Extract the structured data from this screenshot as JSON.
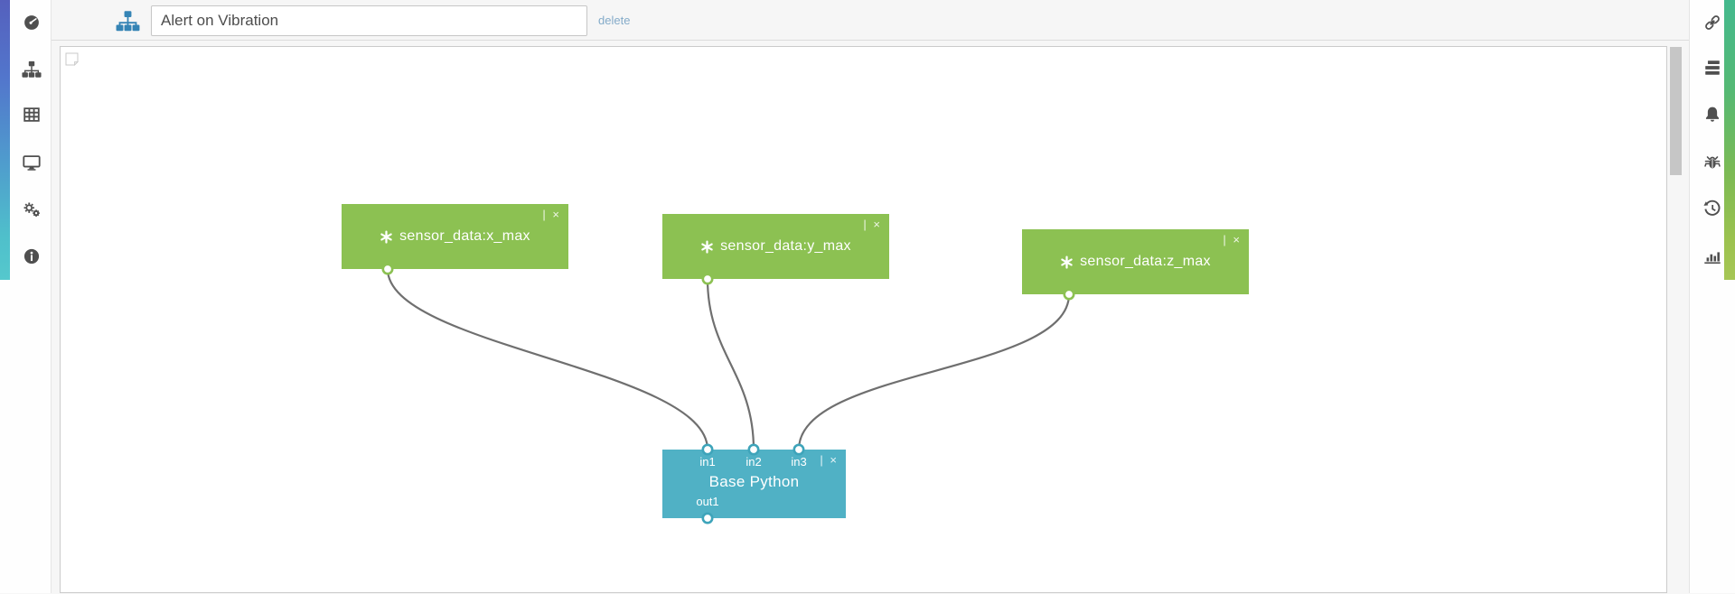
{
  "topbar": {
    "title_value": "Alert on Vibration",
    "delete_label": "delete"
  },
  "left_sidebar": {
    "strip_gradient": [
      "#5560bd",
      "#5276cc",
      "#4f9ccd",
      "#4fc0cb",
      "#55c8cd"
    ],
    "items": [
      {
        "name": "dashboard",
        "icon": "gauge-icon"
      },
      {
        "name": "flows",
        "icon": "sitemap-icon"
      },
      {
        "name": "tables",
        "icon": "table-icon"
      },
      {
        "name": "displays",
        "icon": "monitor-icon"
      },
      {
        "name": "settings",
        "icon": "gears-icon"
      },
      {
        "name": "info",
        "icon": "info-icon"
      }
    ]
  },
  "right_sidebar": {
    "strip_gradient": [
      "#44b98e",
      "#55b974",
      "#7cba54",
      "#9cc24f",
      "#a6c655"
    ],
    "items": [
      {
        "name": "links",
        "icon": "link-icon"
      },
      {
        "name": "server",
        "icon": "server-icon"
      },
      {
        "name": "alerts",
        "icon": "bell-icon"
      },
      {
        "name": "debug",
        "icon": "bug-icon"
      },
      {
        "name": "history",
        "icon": "history-icon"
      },
      {
        "name": "stats",
        "icon": "bar-chart-icon"
      }
    ]
  },
  "canvas": {
    "nodes": [
      {
        "label": "sensor_data:x_max",
        "type": "sensor",
        "color": "#8cc152",
        "icon": "asterisk-icon",
        "close_label": "| ×",
        "out_ports": [
          "out"
        ]
      },
      {
        "label": "sensor_data:y_max",
        "type": "sensor",
        "color": "#8cc152",
        "icon": "asterisk-icon",
        "close_label": "| ×",
        "out_ports": [
          "out"
        ]
      },
      {
        "label": "sensor_data:z_max",
        "type": "sensor",
        "color": "#8cc152",
        "icon": "asterisk-icon",
        "close_label": "| ×",
        "out_ports": [
          "out"
        ]
      },
      {
        "label": "Base Python",
        "type": "python",
        "color": "#50b1c5",
        "close_label": "| ×",
        "in_ports": [
          "in1",
          "in2",
          "in3"
        ],
        "out_ports": [
          "out1"
        ]
      }
    ],
    "edges": [
      {
        "from": "sensor_data:x_max.out",
        "to": "Base Python.in1"
      },
      {
        "from": "sensor_data:y_max.out",
        "to": "Base Python.in2"
      },
      {
        "from": "sensor_data:z_max.out",
        "to": "Base Python.in3"
      }
    ]
  },
  "colors": {
    "node_green": "#8cc152",
    "node_teal": "#50b1c5",
    "edge_gray": "#6f6f6f",
    "accent_blue": "#3584b5",
    "icon_gray": "#4f4f4f",
    "delete_link": "#84abc9"
  }
}
